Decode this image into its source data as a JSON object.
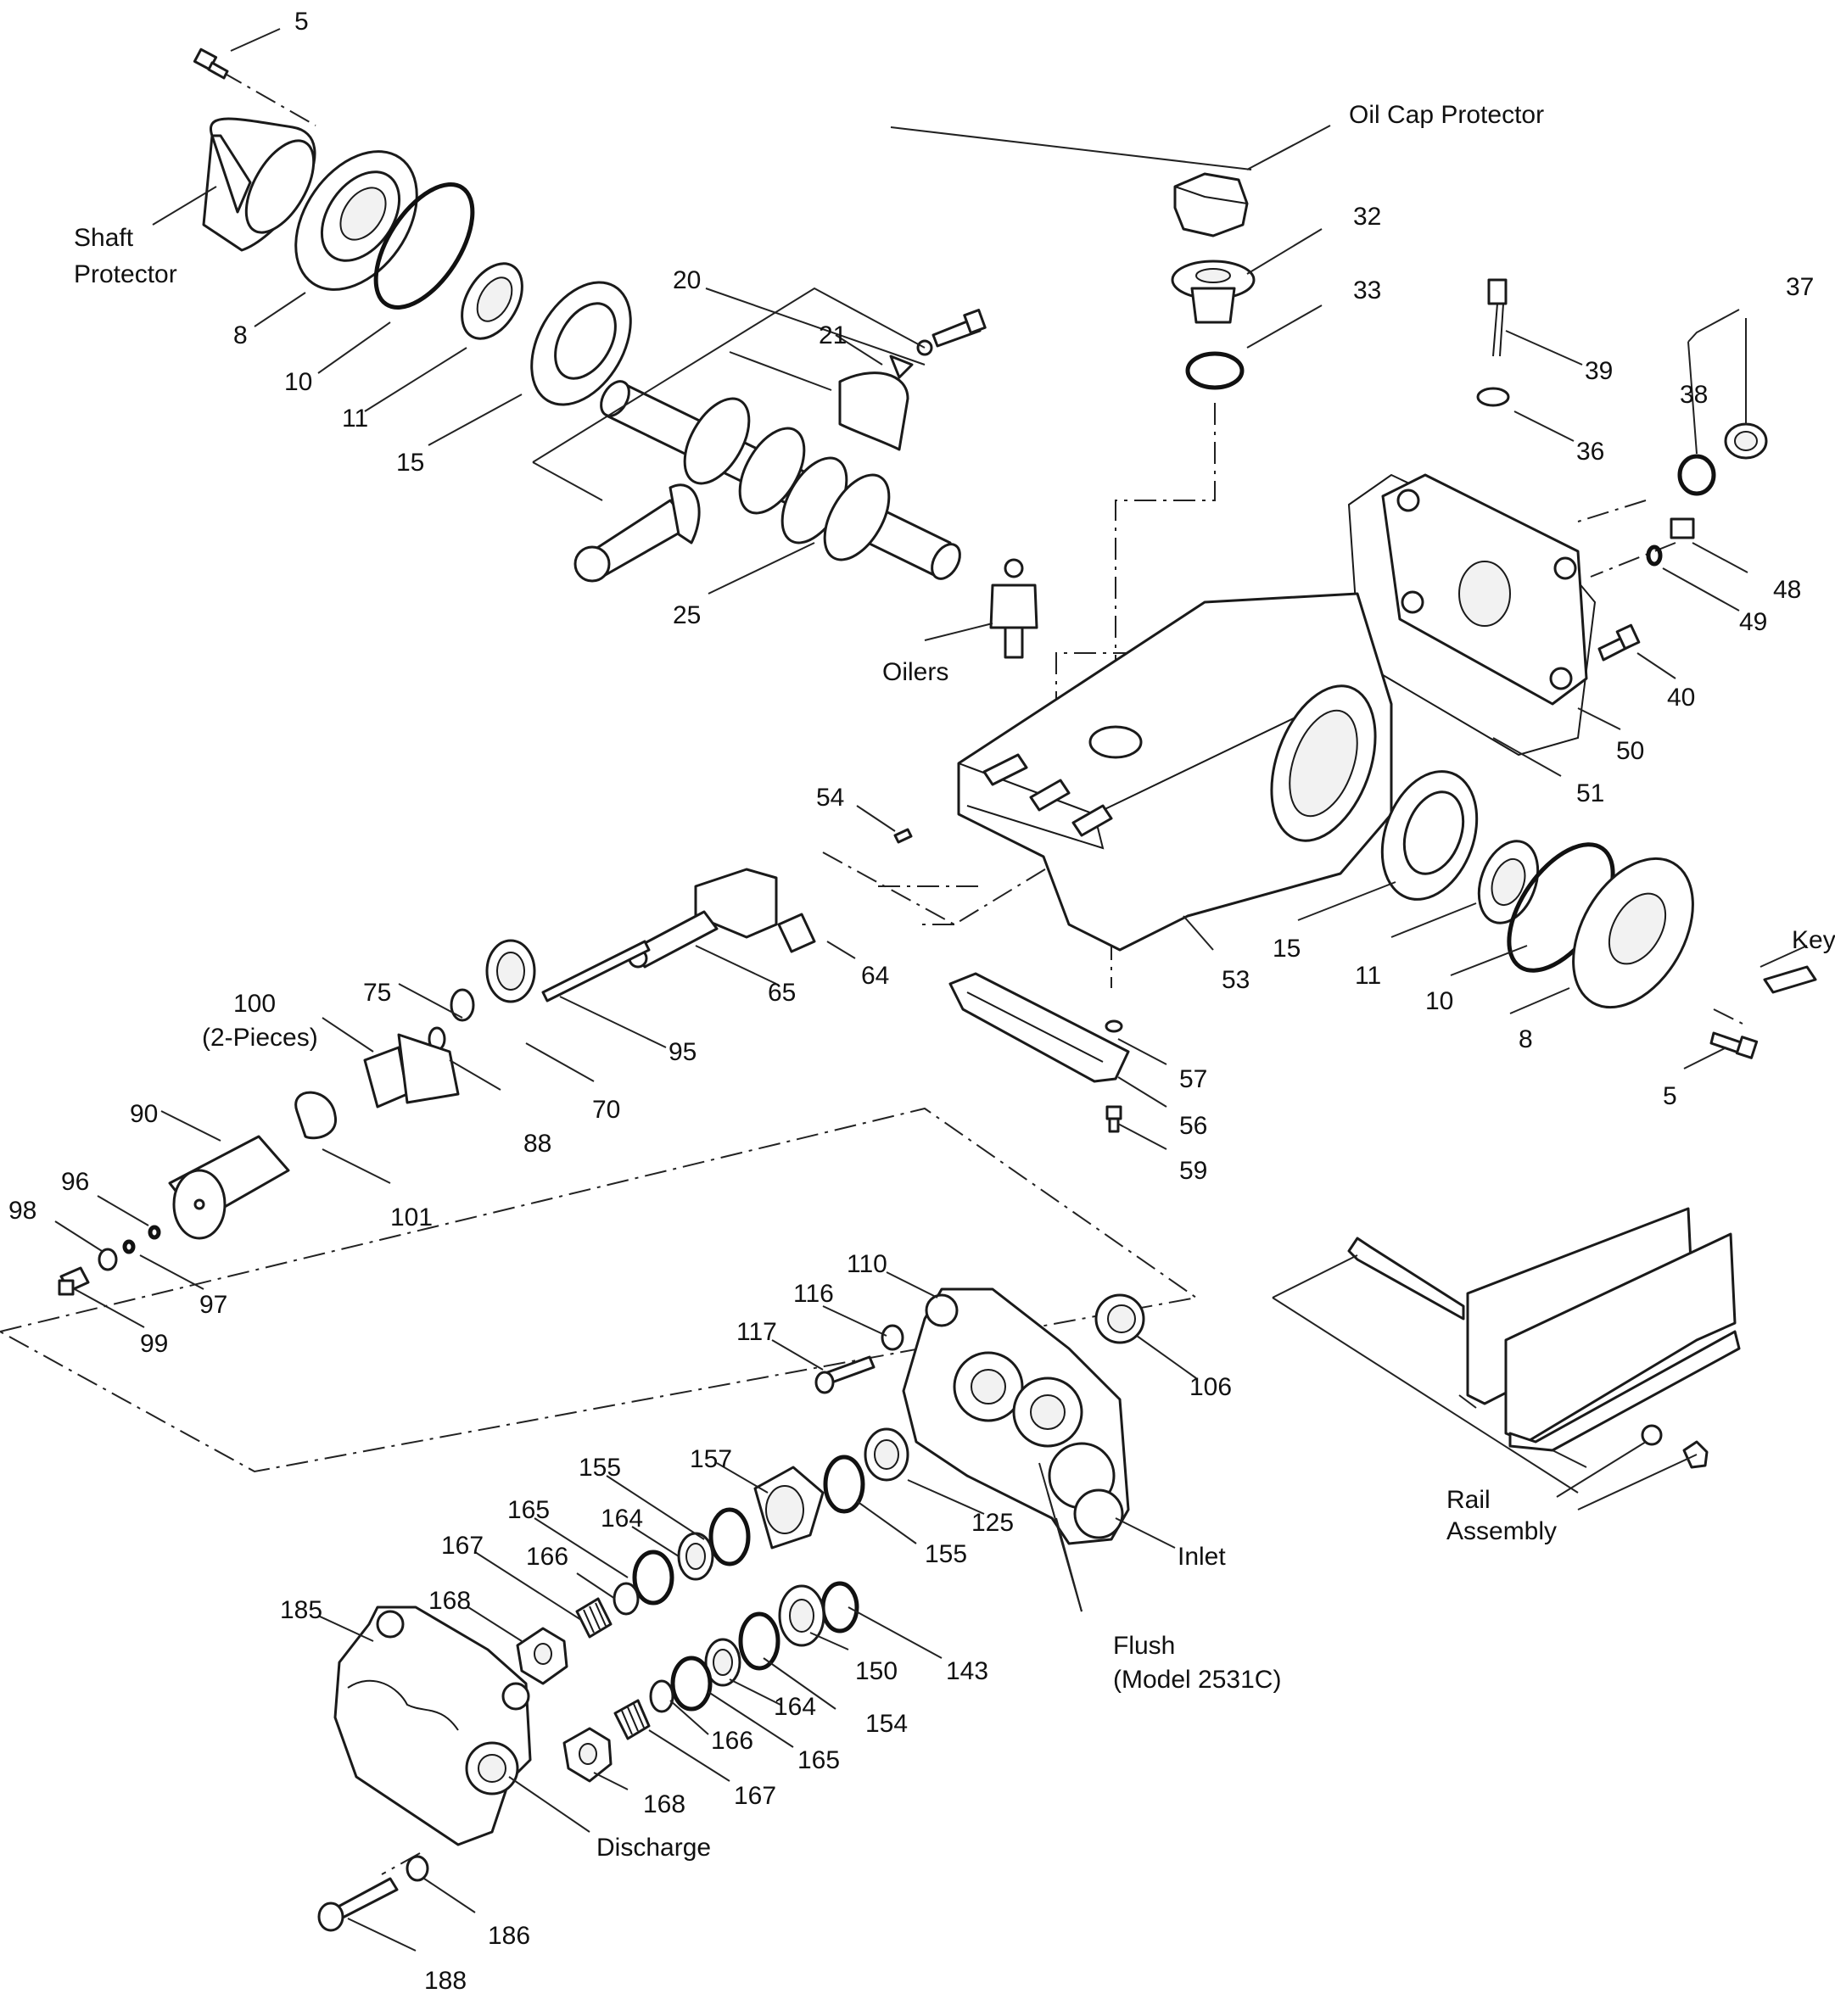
{
  "labels": {
    "l_5a": "5",
    "l_shaft_protector_1": "Shaft",
    "l_shaft_protector_2": "Protector",
    "l_8a": "8",
    "l_10a": "10",
    "l_11a": "11",
    "l_15a": "15",
    "l_20": "20",
    "l_21": "21",
    "l_25": "25",
    "l_oil_cap": "Oil Cap Protector",
    "l_32": "32",
    "l_33": "33",
    "l_37": "37",
    "l_38": "38",
    "l_39": "39",
    "l_36": "36",
    "l_48": "48",
    "l_49": "49",
    "l_40": "40",
    "l_50": "50",
    "l_51": "51",
    "l_oilers": "Oilers",
    "l_54": "54",
    "l_65": "65",
    "l_64": "64",
    "l_53": "53",
    "l_15b": "15",
    "l_11b": "11",
    "l_10b": "10",
    "l_8b": "8",
    "l_key": "Key",
    "l_5b": "5",
    "l_100_1": "100",
    "l_100_2": "(2-Pieces)",
    "l_75": "75",
    "l_95": "95",
    "l_70": "70",
    "l_88": "88",
    "l_90": "90",
    "l_101": "101",
    "l_57": "57",
    "l_56": "56",
    "l_59": "59",
    "l_96": "96",
    "l_98": "98",
    "l_97": "97",
    "l_99": "99",
    "l_110": "110",
    "l_116": "116",
    "l_117": "117",
    "l_106": "106",
    "l_155a": "155",
    "l_157": "157",
    "l_125": "125",
    "l_155b": "155",
    "l_165a": "165",
    "l_164a": "164",
    "l_inlet": "Inlet",
    "l_167a": "167",
    "l_166a": "166",
    "l_185": "185",
    "l_168a": "168",
    "l_150": "150",
    "l_143": "143",
    "l_flush_1": "Flush",
    "l_flush_2": "(Model 2531C)",
    "l_164b": "164",
    "l_154": "154",
    "l_166b": "166",
    "l_165b": "165",
    "l_167b": "167",
    "l_168b": "168",
    "l_discharge": "Discharge",
    "l_186": "186",
    "l_188": "188",
    "l_rail_1": "Rail",
    "l_rail_2": "Assembly"
  }
}
